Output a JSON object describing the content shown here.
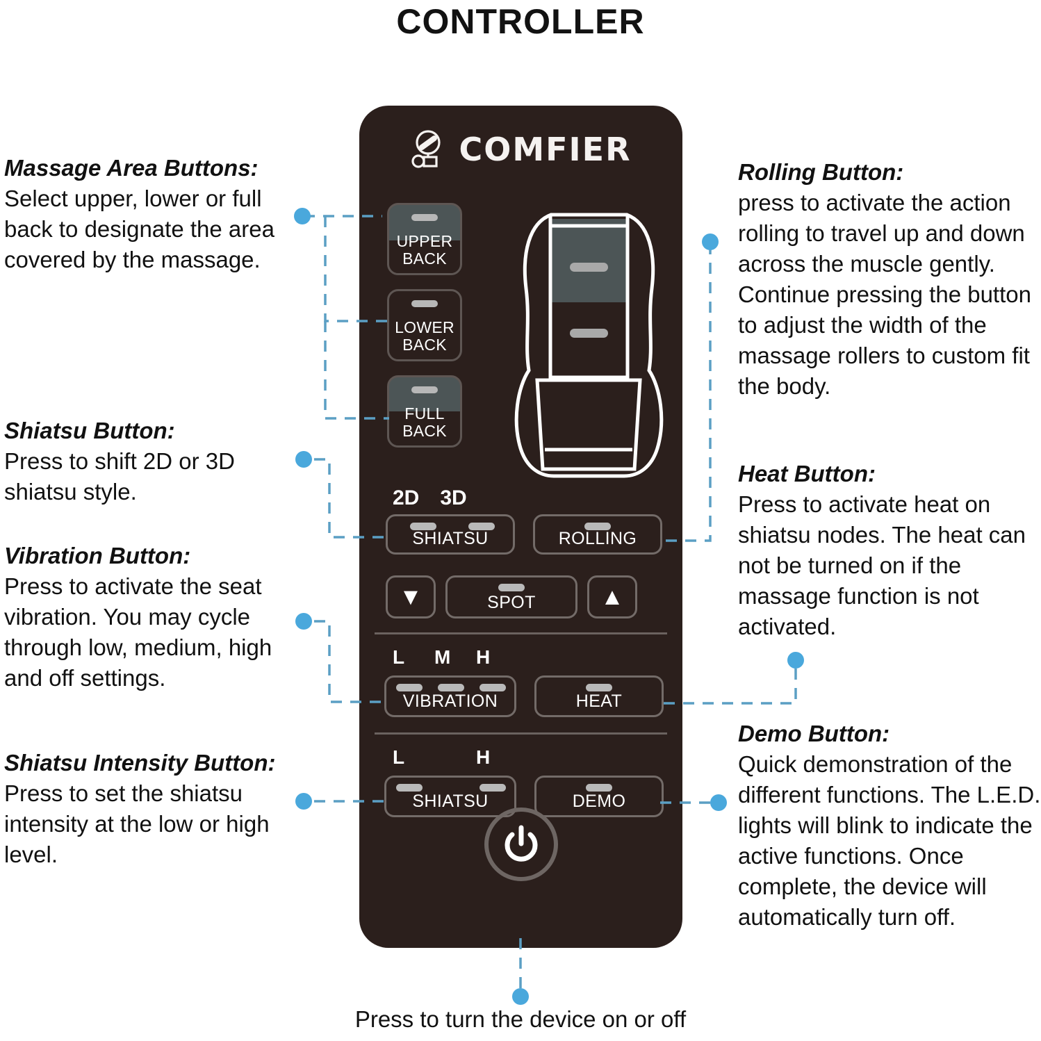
{
  "page": {
    "title": "CONTROLLER",
    "bottom_note": "Press to turn the device on or off"
  },
  "device": {
    "brand": "COMFIER",
    "brand_icon": "comfier-logo-icon",
    "body_color": "#2b1f1c",
    "accent_color": "#4aa8dc",
    "led_color": "#b9b9b9",
    "area_buttons": [
      {
        "label_line1": "UPPER",
        "label_line2": "BACK",
        "state": "lit"
      },
      {
        "label_line1": "LOWER",
        "label_line2": "BACK",
        "state": "off"
      },
      {
        "label_line1": "FULL",
        "label_line2": "BACK",
        "state": "half"
      }
    ],
    "mode_labels": {
      "two_d": "2D",
      "three_d": "3D"
    },
    "row_shiatsu_rolling": [
      {
        "label": "SHIATSU",
        "leds": 2
      },
      {
        "label": "ROLLING",
        "leds": 1
      }
    ],
    "row_spot": {
      "down_glyph": "▼",
      "label": "SPOT",
      "up_glyph": "▲"
    },
    "vibration_scale": [
      "L",
      "M",
      "H"
    ],
    "row_vibration_heat": [
      {
        "label": "VIBRATION",
        "leds": 3
      },
      {
        "label": "HEAT",
        "leds": 1
      }
    ],
    "shiatsu_scale": [
      "L",
      "H"
    ],
    "row_shiatsu_demo": [
      {
        "label": "SHIATSU",
        "leds": 2
      },
      {
        "label": "DEMO",
        "leds": 1
      }
    ],
    "power_icon": "power-icon"
  },
  "callouts": {
    "massage_area": {
      "heading": "Massage Area Buttons:",
      "body": "Select upper, lower or full back to designate the area covered by the massage."
    },
    "shiatsu": {
      "heading": "Shiatsu Button:",
      "body": "Press to shift 2D or 3D shiatsu style."
    },
    "vibration": {
      "heading": "Vibration Button:",
      "body": "Press to activate the seat vibration. You may cycle through low, medium, high and off settings."
    },
    "shiatsu_intensity": {
      "heading": "Shiatsu Intensity Button:",
      "body": "Press to set the shiatsu intensity at the low or high level."
    },
    "rolling": {
      "heading": "Rolling Button:",
      "body": "press to activate the action rolling to travel up and down across the muscle gently. Continue pressing the button to adjust the width of the massage rollers to custom fit the body."
    },
    "heat": {
      "heading": "Heat Button:",
      "body": "Press to activate heat on shiatsu nodes. The heat can not be turned on if the massage function is not activated."
    },
    "demo": {
      "heading": "Demo Button:",
      "body": "Quick demonstration of the different functions. The L.E.D. lights will blink to indicate the active functions. Once complete, the device will automatically turn off."
    }
  }
}
